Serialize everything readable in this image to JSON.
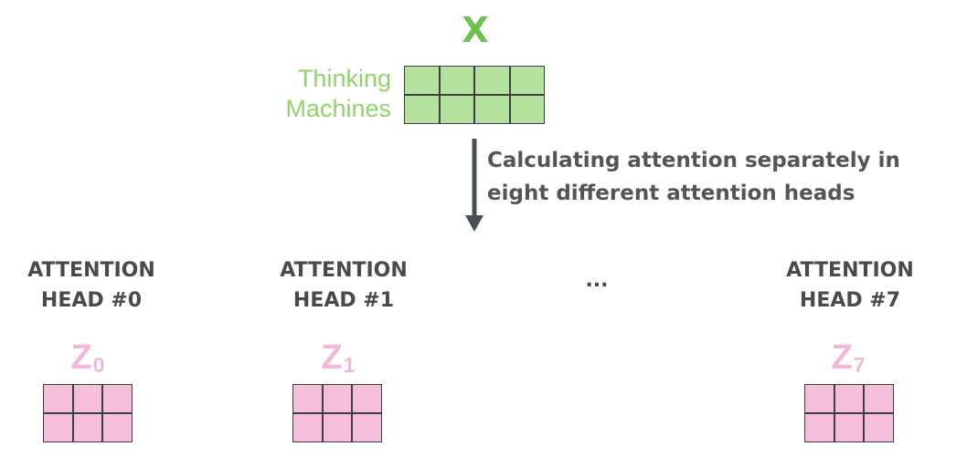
{
  "input": {
    "title": "X",
    "words": [
      "Thinking",
      "Machines"
    ],
    "columns": 4,
    "color": "#b4e29e"
  },
  "process": {
    "caption_line1": "Calculating attention separately in",
    "caption_line2": "eight different attention heads",
    "arrow_icon": "down-arrow-icon"
  },
  "heads": [
    {
      "label_line1": "ATTENTION",
      "label_line2": "HEAD #0",
      "z_base": "Z",
      "z_sub": "0"
    },
    {
      "label_line1": "ATTENTION",
      "label_line2": "HEAD #1",
      "z_base": "Z",
      "z_sub": "1"
    },
    {
      "label_line1": "ATTENTION",
      "label_line2": "HEAD #7",
      "z_base": "Z",
      "z_sub": "7"
    }
  ],
  "ellipsis": "...",
  "output": {
    "columns": 3,
    "rows": 2,
    "color": "#f5bfdc"
  }
}
